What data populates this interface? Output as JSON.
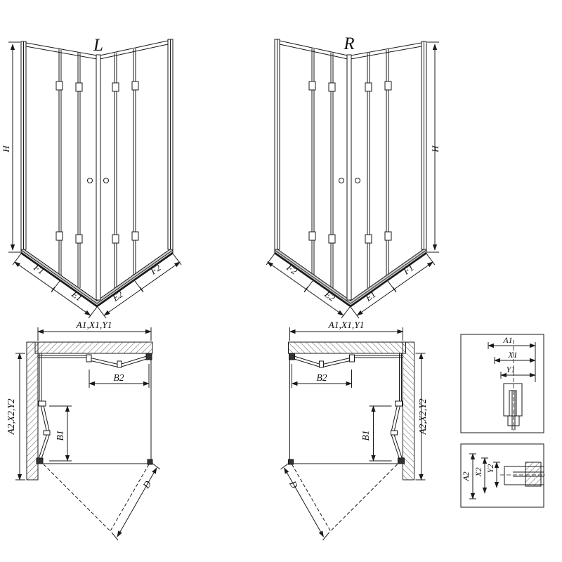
{
  "colors": {
    "line": "#1a1a1a",
    "background": "#ffffff",
    "hatch": "#555555"
  },
  "perspective_views": {
    "left": {
      "title": "L",
      "height_label": "H",
      "segments": {
        "outer_left": "F1",
        "inner_left": "E1",
        "inner_right": "E2",
        "outer_right": "F2"
      }
    },
    "right": {
      "title": "R",
      "height_label": "H",
      "segments": {
        "outer_left": "F2",
        "inner_left": "E2",
        "inner_right": "E1",
        "outer_right": "F1"
      }
    }
  },
  "plan_views": {
    "left": {
      "width_label": "A1,X1,Y1",
      "depth_label": "A2,X2,Y2",
      "opening_width_label": "B2",
      "opening_depth_label": "B1",
      "diagonal_label": "D"
    },
    "right": {
      "width_label": "A1,X1,Y1",
      "depth_label": "A2,X2,Y2",
      "opening_width_label": "B2",
      "opening_depth_label": "B1",
      "diagonal_label": "D"
    }
  },
  "detail_views": {
    "top": {
      "labels": [
        "A1",
        "X1",
        "Y1"
      ]
    },
    "bottom": {
      "labels": [
        "A2",
        "X2",
        "Y2"
      ]
    }
  }
}
